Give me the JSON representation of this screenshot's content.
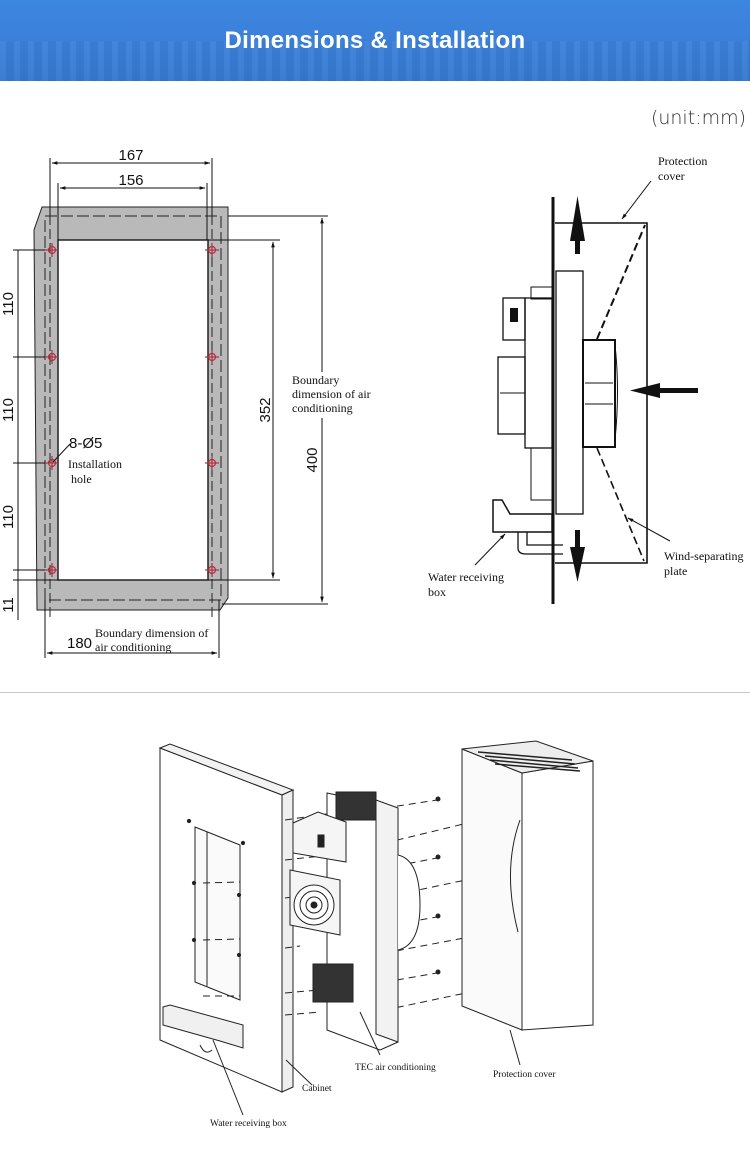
{
  "header": {
    "title": "Dimensions & Installation",
    "background_color": "#3a7fd8",
    "text_color": "#ffffff"
  },
  "unit_label": "(unit:mm)",
  "front_view": {
    "width_outer": "167",
    "width_inner": "156",
    "height_inner": "352",
    "height_outer": "400",
    "hole_spacing": [
      "110",
      "110",
      "110"
    ],
    "bottom_offset": "11",
    "boundary_width": "180",
    "holes_label": "8-Ø5",
    "installation_hole_line1": "Installation",
    "installation_hole_line2": "hole",
    "boundary_right_line1": "Boundary",
    "boundary_right_line2": "dimension of air",
    "boundary_right_line3": "conditioning",
    "boundary_bottom_line1": "Boundary dimension of",
    "boundary_bottom_line2": "air conditioning",
    "hole_color": "#b03040",
    "panel_color": "#b9b9b9"
  },
  "side_view": {
    "protection_cover_line1": "Protection",
    "protection_cover_line2": "cover",
    "water_box_line1": "Water receiving",
    "water_box_line2": "box",
    "wind_plate_line1": "Wind-separating",
    "wind_plate_line2": "plate"
  },
  "exploded_view": {
    "cabinet_label": "Cabinet",
    "tec_label": "TEC air conditioning",
    "protection_cover_label": "Protection cover",
    "water_box_label": "Water receiving box"
  }
}
